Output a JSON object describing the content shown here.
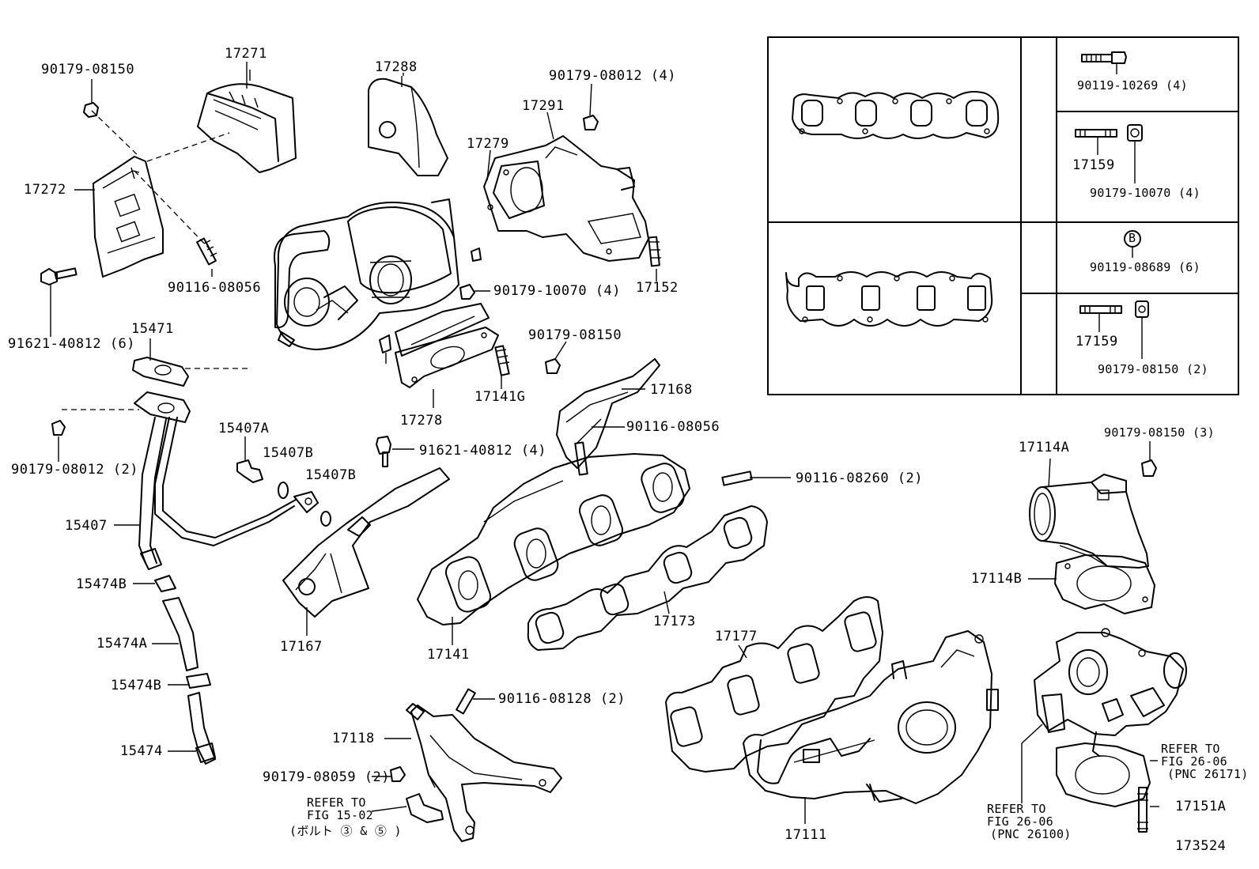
{
  "callouts": {
    "c_90179_08150_top": "90179-08150",
    "c_17271": "17271",
    "c_17288": "17288",
    "c_90179_08012_4": "90179-08012 (4)",
    "c_17291": "17291",
    "c_17279": "17279",
    "c_17272": "17272",
    "c_90116_08056_left": "90116-08056",
    "c_91621_40812_6": "91621-40812 (6)",
    "c_90179_10070_4": "90179-10070 (4)",
    "c_17152": "17152",
    "c_15471": "15471",
    "c_90179_08150_mid": "90179-08150",
    "c_17168": "17168",
    "c_17278": "17278",
    "c_17141G": "17141G",
    "c_90116_08056_right": "90116-08056",
    "c_90179_08012_2": "90179-08012 (2)",
    "c_15407A": "15407A",
    "c_15407B_1": "15407B",
    "c_15407B_2": "15407B",
    "c_91621_40812_4": "91621-40812 (4)",
    "c_90116_08260_2": "90116-08260 (2)",
    "c_15407": "15407",
    "c_15474B_1": "15474B",
    "c_15474A": "15474A",
    "c_15474B_2": "15474B",
    "c_15474": "15474",
    "c_17167": "17167",
    "c_17141": "17141",
    "c_17173": "17173",
    "c_17177": "17177",
    "c_90116_08128_2": "90116-08128 (2)",
    "c_17118": "17118",
    "c_90179_08059_2": "90179-08059 (2)",
    "c_refer_15_02_l1": "REFER TO",
    "c_refer_15_02_l2": "FIG 15-02",
    "c_refer_15_02_l3": "(ボルト ③ & ⑤ )",
    "c_17111": "17111",
    "c_17114A": "17114A",
    "c_90179_08150_3": "90179-08150 (3)",
    "c_17114B": "17114B",
    "c_refer_26_06_a_l1": "REFER TO",
    "c_refer_26_06_a_l2": "FIG 26-06",
    "c_refer_26_06_a_l3": "(PNC 26171)",
    "c_17151A": "17151A",
    "c_refer_26_06_b_l1": "REFER TO",
    "c_refer_26_06_b_l2": "FIG 26-06",
    "c_refer_26_06_b_l3": "(PNC 26100)",
    "c_figure_no": "173524"
  },
  "inset": {
    "c_90119_10269_4": "90119-10269 (4)",
    "c_17159_a": "17159",
    "c_90179_10070_4": "90179-10070 (4)",
    "c_B_mark": "B",
    "c_90119_08689_6": "90119-08689 (6)",
    "c_17159_b": "17159",
    "c_90179_08150_2": "90179-08150 (2)"
  }
}
